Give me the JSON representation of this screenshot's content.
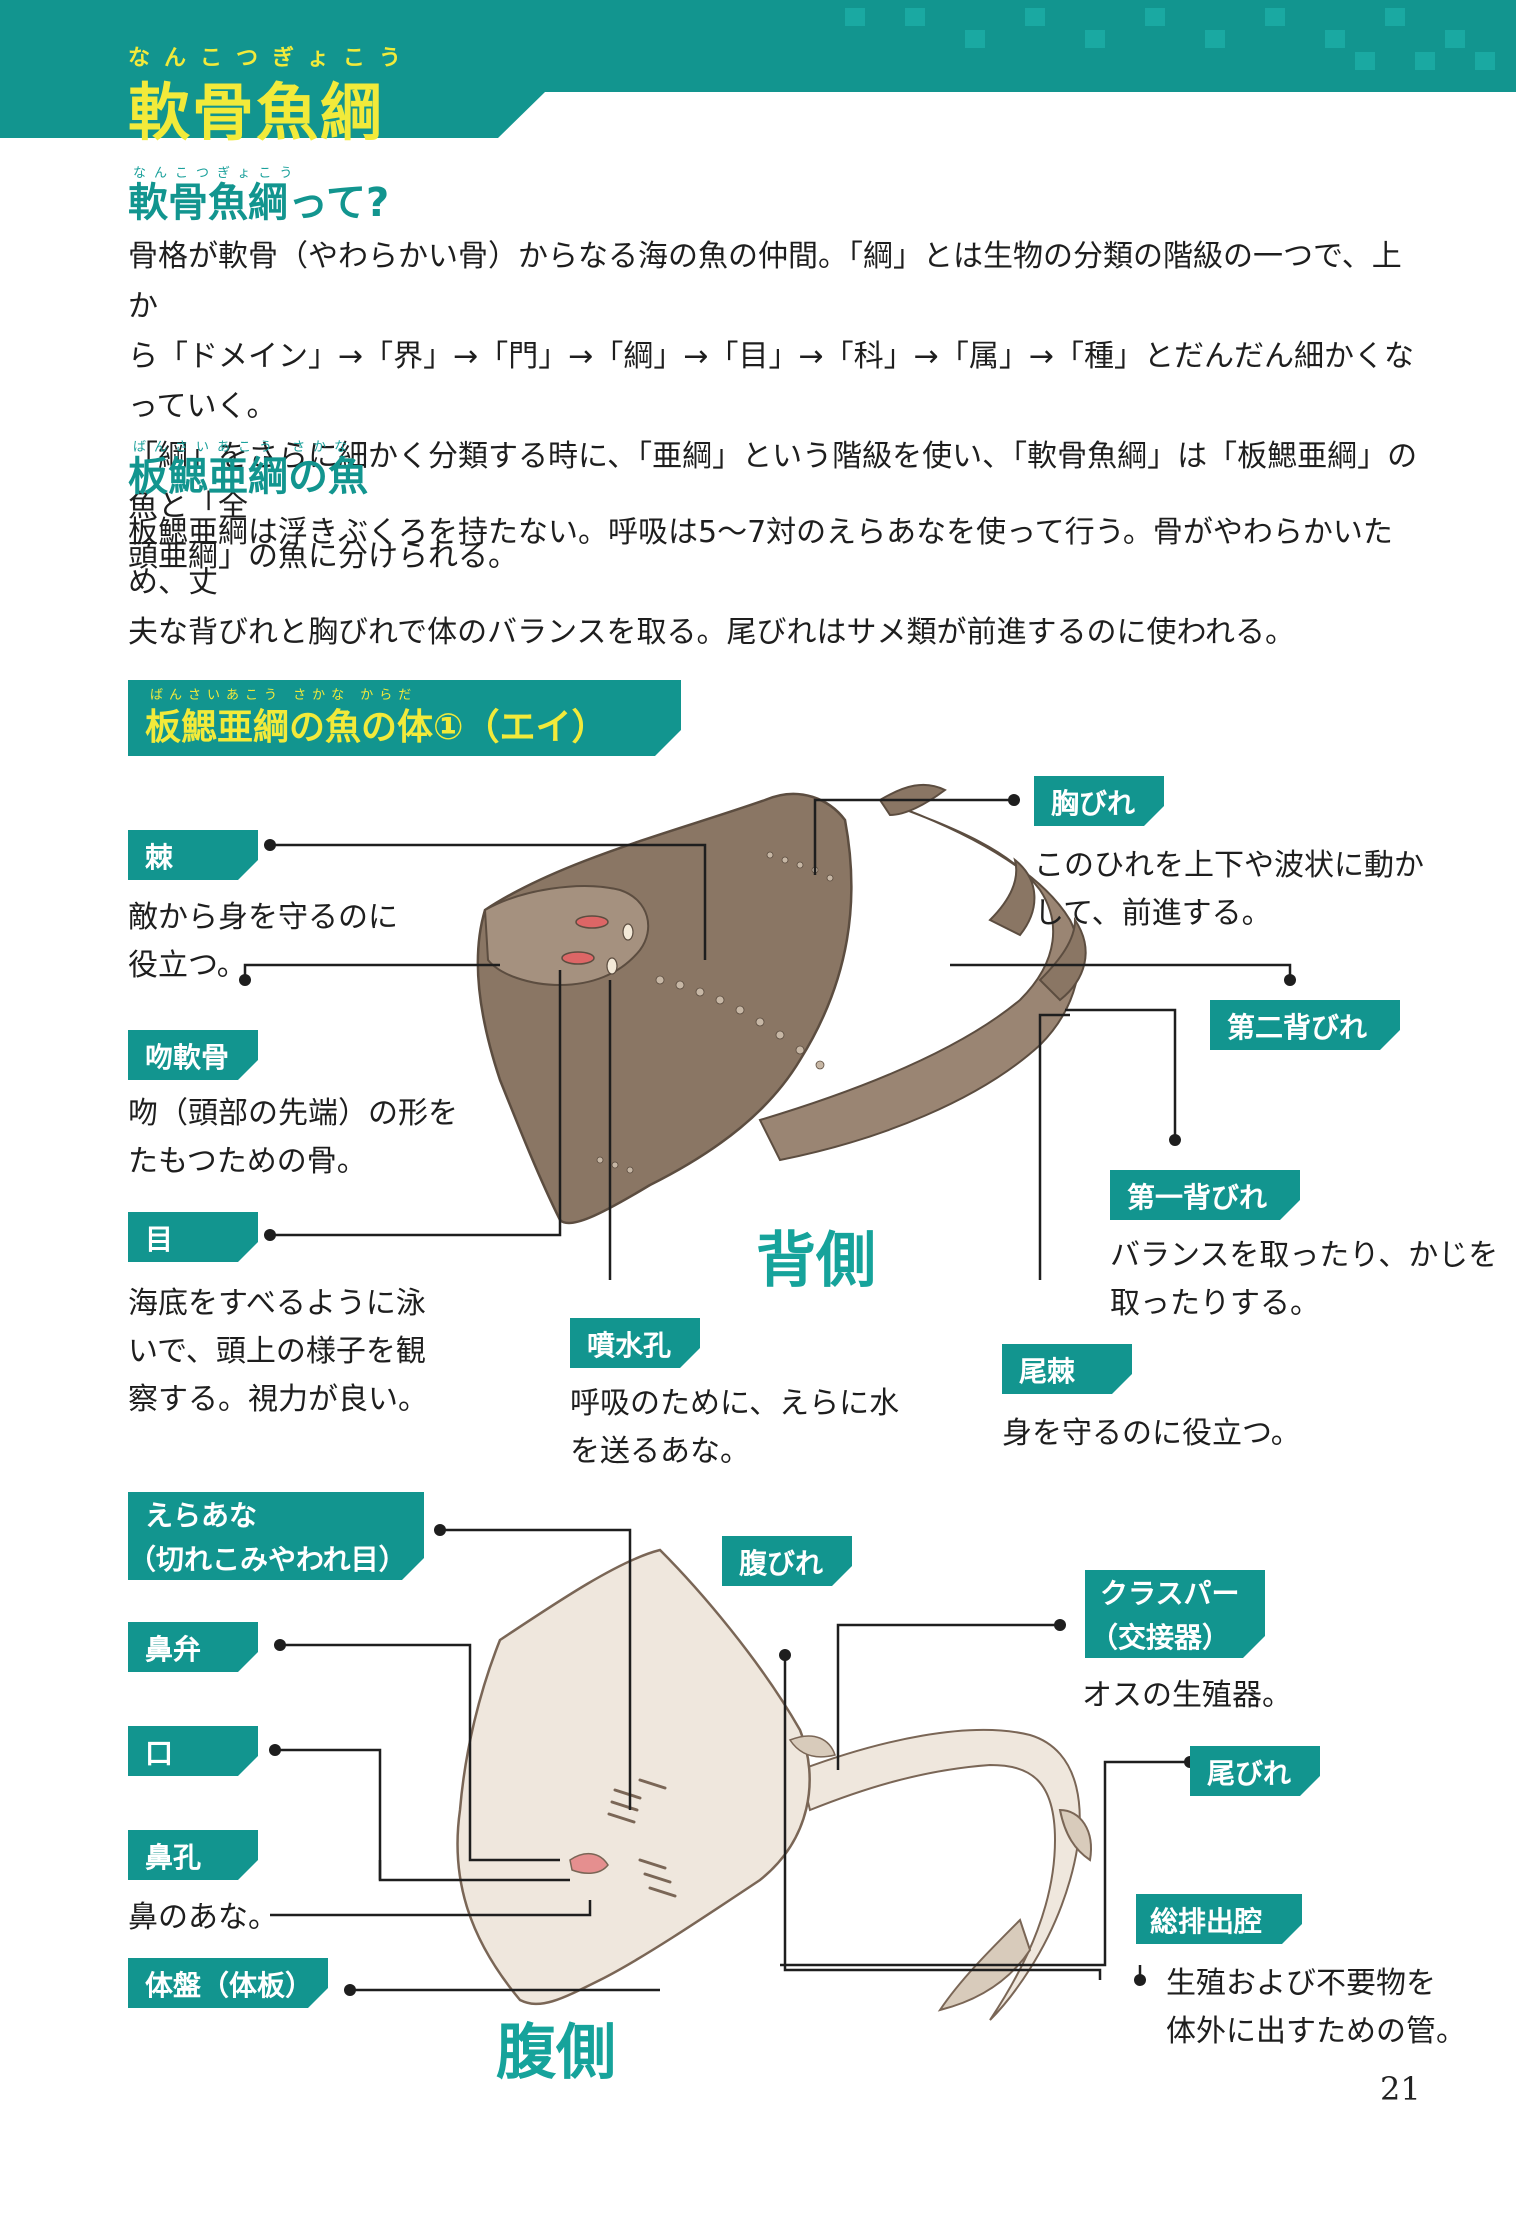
{
  "header": {
    "title_ruby": "なんこつぎょこう",
    "title": "軟骨魚綱"
  },
  "intro": {
    "heading_ruby": "なんこつぎょこう",
    "heading": "軟骨魚綱って?",
    "lines": [
      "骨格が軟骨（やわらかい骨）からなる海の魚の仲間。「綱」とは生物の分類の階級の一つで、上か",
      "ら「ドメイン」→「界」→「門」→「綱」→「目」→「科」→「属」→「種」とだんだん細かくなっていく。",
      "「綱」をさらに細かく分類する時に、「亜綱」という階級を使い、「軟骨魚綱」は「板鰓亜綱」の魚と「全",
      "頭亜綱」の魚に分けられる。"
    ]
  },
  "elasmo": {
    "heading_ruby": "ばんさいあこう さかな",
    "heading": "板鰓亜綱の魚",
    "lines": [
      "板鰓亜綱は浮きぶくろを持たない。呼吸は5〜7対のえらあなを使って行う。骨がやわらかいため、丈",
      "夫な背びれと胸びれで体のバランスを取る。尾びれはサメ類が前進するのに使われる。"
    ]
  },
  "section_bar": {
    "ruby": "ばんさいあこう さかな からだ",
    "label": "板鰓亜綱の魚の体①（エイ）"
  },
  "dorsal": {
    "side_label": "背側",
    "parts": [
      {
        "name": "棘",
        "desc": [
          "敵から身を守るのに",
          "役立つ。"
        ]
      },
      {
        "name": "吻軟骨",
        "desc": [
          "吻（頭部の先端）の形を",
          "たもつための骨。"
        ]
      },
      {
        "name": "目",
        "desc": [
          "海底をすべるように泳",
          "いで、頭上の様子を観",
          "察する。視力が良い。"
        ]
      },
      {
        "name": "噴水孔",
        "desc": [
          "呼吸のために、えらに水",
          "を送るあな。"
        ]
      },
      {
        "name": "胸びれ",
        "desc": [
          "このひれを上下や波状に動か",
          "して、前進する。"
        ]
      },
      {
        "name": "第二背びれ",
        "desc": []
      },
      {
        "name": "第一背びれ",
        "desc": [
          "バランスを取ったり、かじを",
          "取ったりする。"
        ]
      },
      {
        "name": "尾棘",
        "desc": [
          "身を守るのに役立つ。"
        ]
      }
    ]
  },
  "ventral": {
    "side_label": "腹側",
    "parts": [
      {
        "name": "えらあな",
        "name2": "（切れこみやわれ目）",
        "desc": []
      },
      {
        "name": "鼻弁",
        "desc": []
      },
      {
        "name": "口",
        "desc": []
      },
      {
        "name": "鼻孔",
        "desc": [
          "鼻のあな。"
        ]
      },
      {
        "name": "体盤（体板）",
        "desc": []
      },
      {
        "name": "腹びれ",
        "desc": []
      },
      {
        "name": "クラスパー",
        "name2": "（交接器）",
        "desc": [
          "オスの生殖器。"
        ]
      },
      {
        "name": "尾びれ",
        "desc": []
      },
      {
        "name": "総排出腔",
        "desc": [
          "生殖および不要物を",
          "体外に出すための管。"
        ]
      }
    ]
  },
  "page_number": "21",
  "colors": {
    "teal": "#12958f",
    "yellow": "#f2ea3a",
    "ray_dorsal": "#8a7664",
    "ray_ventral": "#efe7dd"
  }
}
